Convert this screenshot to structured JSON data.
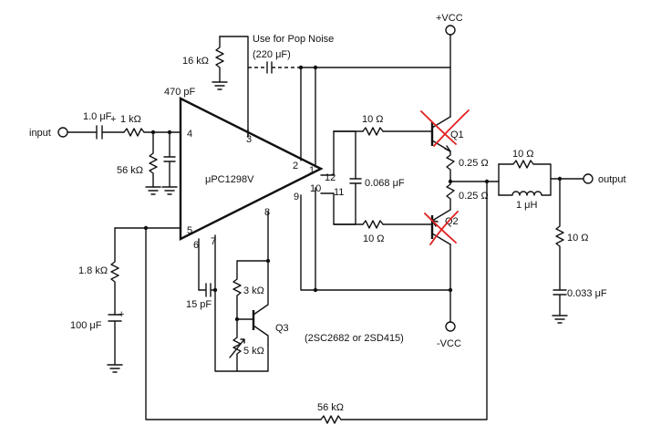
{
  "supply": {
    "vcc_pos": "+VCC",
    "vcc_neg": "-VCC"
  },
  "popnoise": {
    "title": "Use for Pop Noise",
    "cap": "(220 μF)"
  },
  "labels": {
    "input": "input",
    "output": "output",
    "ic": "μPC1298V",
    "q1": "Q1",
    "q2": "Q2",
    "q3": "Q3",
    "q3_note": "(2SC2682 or 2SD415)"
  },
  "components": {
    "r16k": "16 kΩ",
    "c470p": "470 pF",
    "c1u": "1.0 μF",
    "r1k": "1 kΩ",
    "r56k_in": "56 kΩ",
    "r10_q1": "10 Ω",
    "r10_q2": "10 Ω",
    "c0068": "0.068 μF",
    "r025_a": "0.25 Ω",
    "r025_b": "0.25 Ω",
    "r10_out": "10 Ω",
    "l1u": "1 μH",
    "r10_zobel": "10 Ω",
    "c0033": "0.033 μF",
    "r18k": "1.8 kΩ",
    "c100u": "100 μF",
    "c15p": "15 pF",
    "r3k": "3 kΩ",
    "r5k": "5 kΩ",
    "r56k_fb": "56 kΩ"
  },
  "pins": [
    "1",
    "2",
    "3",
    "4",
    "5",
    "6",
    "7",
    "8",
    "9",
    "10",
    "11",
    "12"
  ],
  "colors": {
    "ink": "#111111",
    "annotation": "#e02020"
  }
}
